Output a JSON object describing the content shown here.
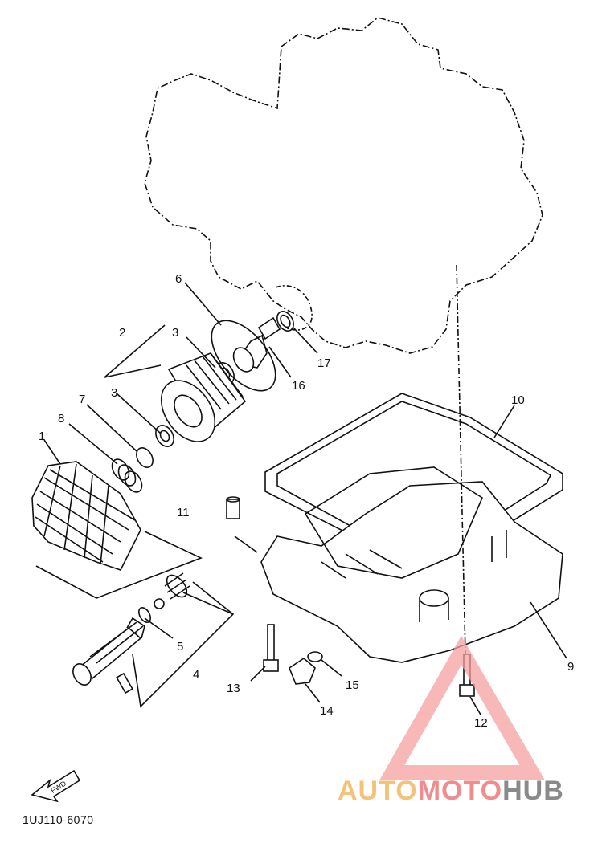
{
  "diagram": {
    "code": "1UJ110-6070",
    "fwd_label": "FWD",
    "parts": [
      {
        "id": "p1",
        "label": "1"
      },
      {
        "id": "p2",
        "label": "2"
      },
      {
        "id": "p3a",
        "label": "3"
      },
      {
        "id": "p3b",
        "label": "3"
      },
      {
        "id": "p4",
        "label": "4"
      },
      {
        "id": "p5",
        "label": "5"
      },
      {
        "id": "p6",
        "label": "6"
      },
      {
        "id": "p7",
        "label": "7"
      },
      {
        "id": "p8",
        "label": "8"
      },
      {
        "id": "p9",
        "label": "9"
      },
      {
        "id": "p10",
        "label": "10"
      },
      {
        "id": "p11",
        "label": "11"
      },
      {
        "id": "p12",
        "label": "12"
      },
      {
        "id": "p13",
        "label": "13"
      },
      {
        "id": "p14",
        "label": "14"
      },
      {
        "id": "p15",
        "label": "15"
      },
      {
        "id": "p16",
        "label": "16"
      },
      {
        "id": "p17",
        "label": "17"
      }
    ]
  },
  "watermark": {
    "part1": "AUTO",
    "part2": "MOTO",
    "part3": "HUB",
    "color_auto": "#f5c27a",
    "color_moto": "#f28b8b",
    "color_hub": "#8a8a8a",
    "triangle_color": "#f7a0a0"
  }
}
